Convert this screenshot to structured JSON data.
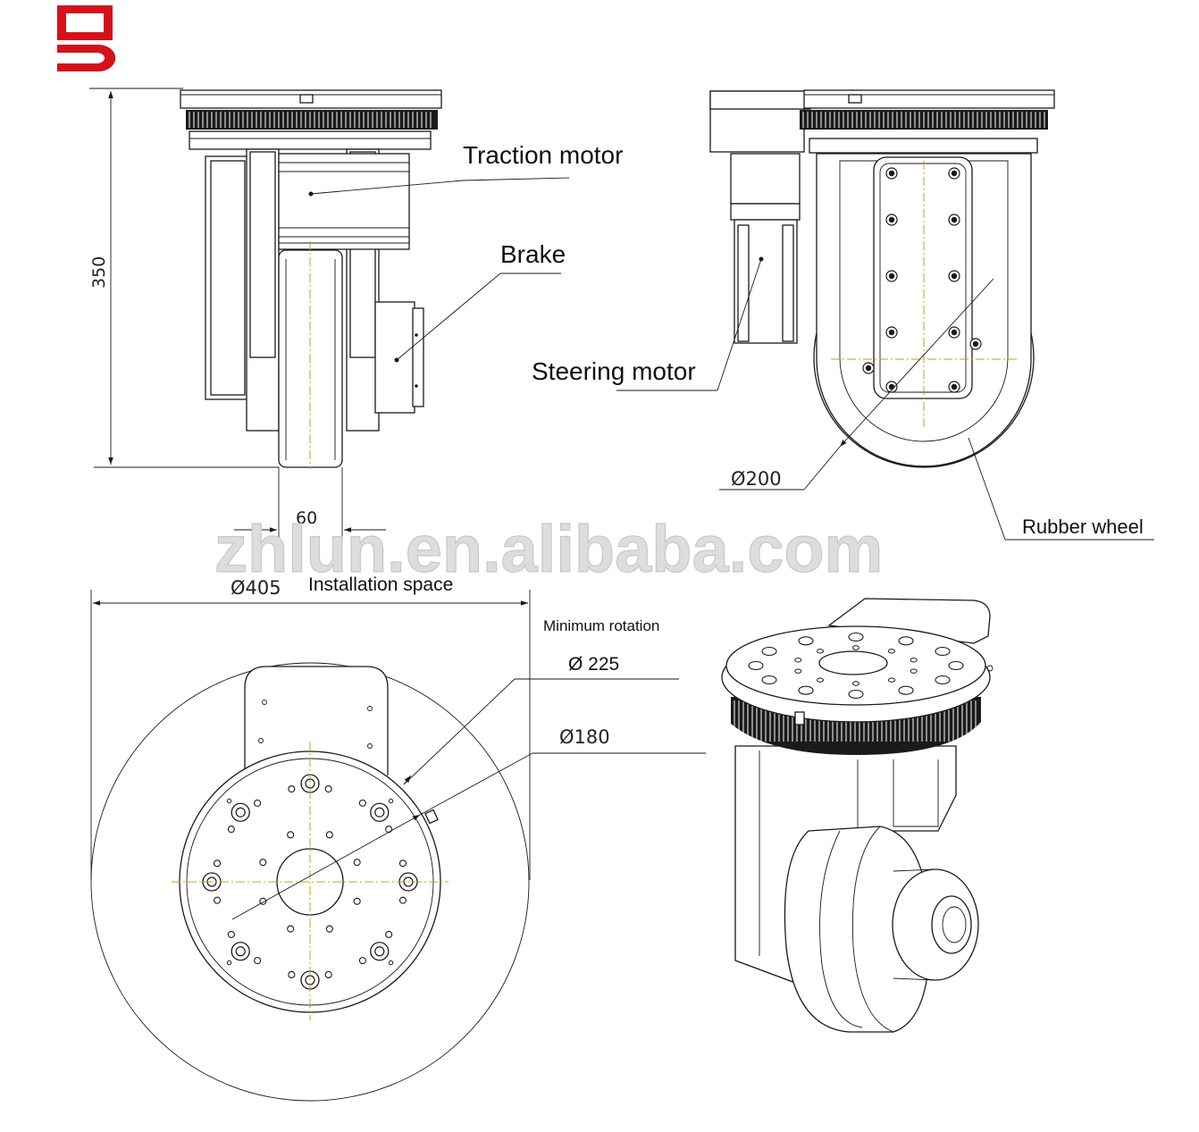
{
  "logo": {
    "brand_color": "#d4111b"
  },
  "watermark": "zhlun.en.alibaba.com",
  "labels": {
    "traction_motor": "Traction motor",
    "brake": "Brake",
    "steering_motor": "Steering motor",
    "rubber_wheel": "Rubber wheel",
    "installation_space": "Installation space",
    "minimum_rotation": "Minimum rotation"
  },
  "dimensions": {
    "height": "350",
    "wheel_width": "60",
    "wheel_diameter": "Ø200",
    "installation_diameter": "Ø405",
    "rotation_diameter": "Ø 225",
    "flange_diameter": "Ø180"
  },
  "colors": {
    "line": "#1a1a1a",
    "centerline": "#c9a400",
    "watermark": "#dddddd"
  }
}
